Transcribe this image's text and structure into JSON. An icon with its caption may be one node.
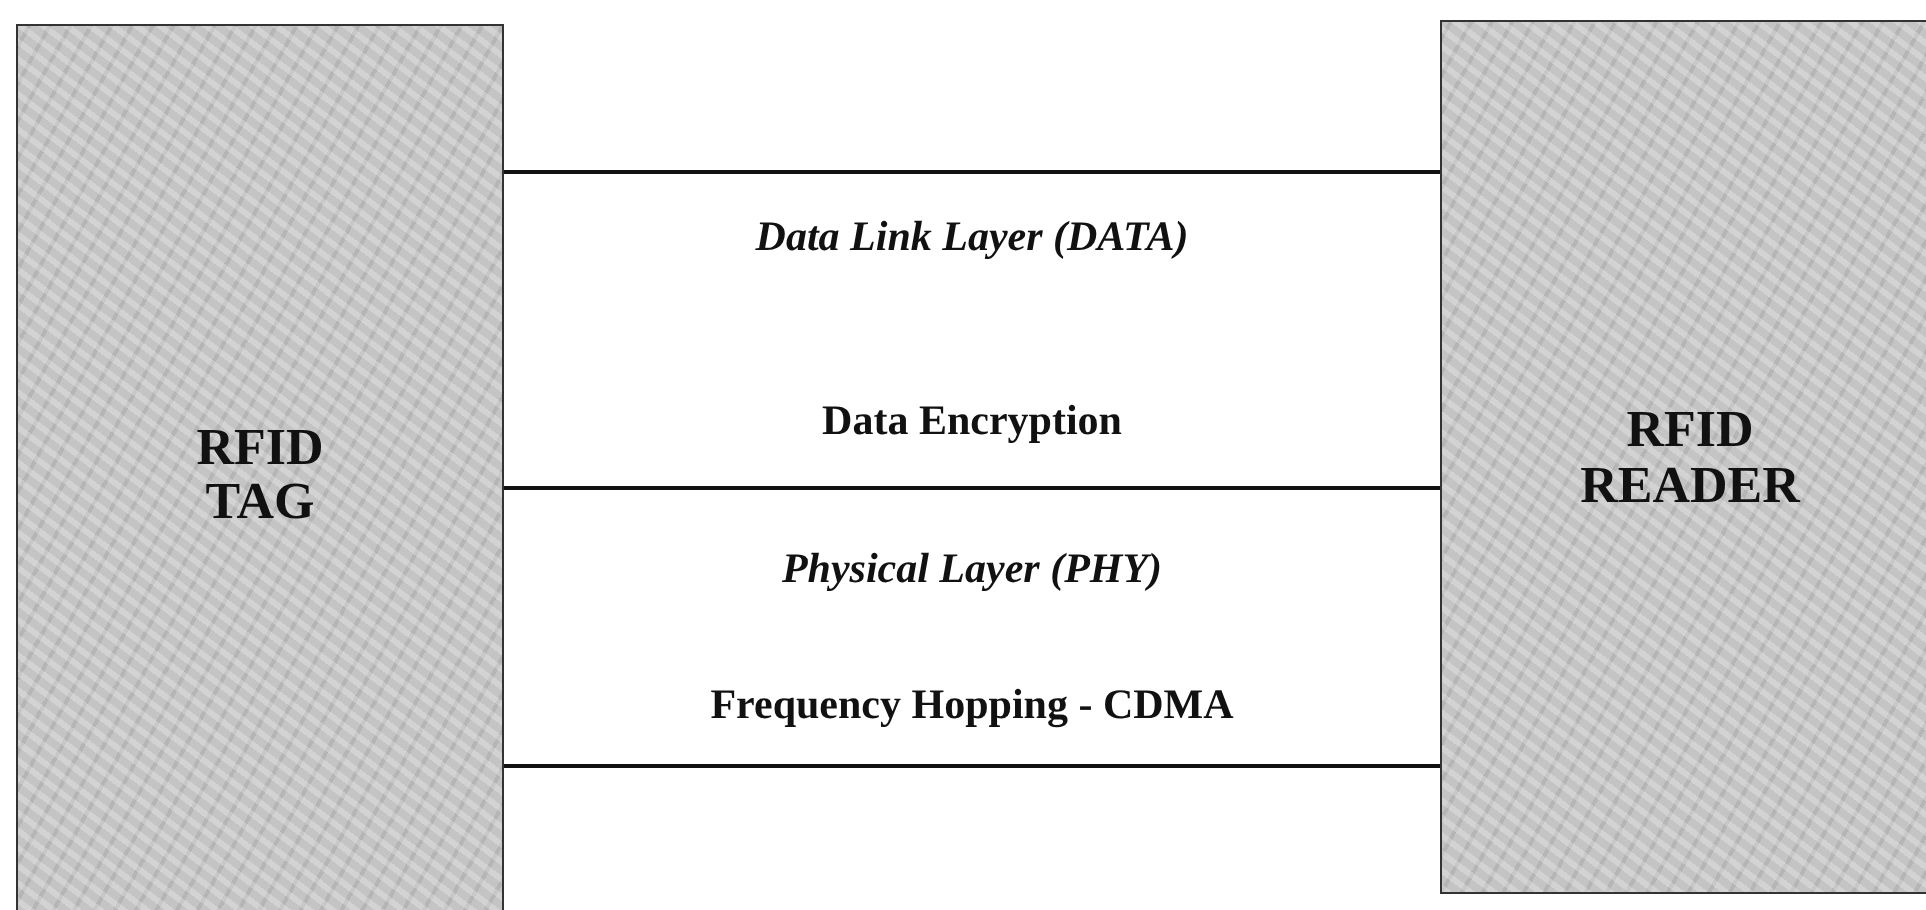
{
  "diagram": {
    "nodes": [
      {
        "text": [
          "RFID TAG"
        ]
      },
      {
        "text": [
          "RFID READER"
        ]
      }
    ],
    "edges": [
      {
        "from": 0,
        "to": 1,
        "arrow": "none"
      },
      {
        "from": 0,
        "to": 1,
        "arrow": "none"
      },
      {
        "from": 0,
        "to": 1,
        "arrow": "none"
      }
    ],
    "labels": [
      "Data Link Layer (DATA)",
      "Data Encryption",
      "Physical Layer (PHY)",
      "Frequency Hopping - CDMA"
    ]
  }
}
